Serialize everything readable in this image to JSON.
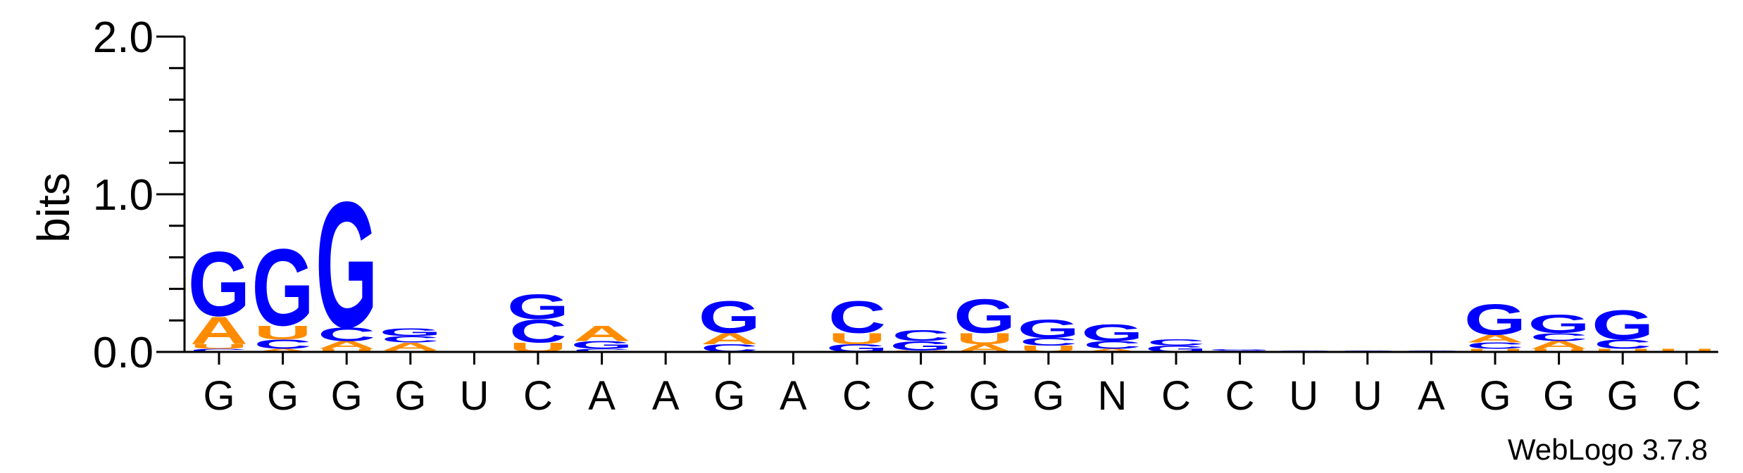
{
  "chart_data": {
    "type": "sequence-logo",
    "ylabel": "bits",
    "ylim": [
      0,
      2
    ],
    "yticks": [
      "0.0",
      "1.0",
      "2.0"
    ],
    "colors": {
      "G": "#0000FF",
      "C": "#0000FF",
      "A": "#FF8C00",
      "U": "#FF8C00",
      "N": "#0000FF"
    },
    "positions": [
      {
        "label": "G",
        "stack": [
          {
            "letter": "C",
            "bits": 0.02
          },
          {
            "letter": "U",
            "bits": 0.03
          },
          {
            "letter": "A",
            "bits": 0.18
          },
          {
            "letter": "G",
            "bits": 0.42
          }
        ]
      },
      {
        "label": "G",
        "stack": [
          {
            "letter": "A",
            "bits": 0.02
          },
          {
            "letter": "C",
            "bits": 0.06
          },
          {
            "letter": "U",
            "bits": 0.09
          },
          {
            "letter": "G",
            "bits": 0.5
          }
        ]
      },
      {
        "label": "G",
        "stack": [
          {
            "letter": "U",
            "bits": 0.02
          },
          {
            "letter": "A",
            "bits": 0.05
          },
          {
            "letter": "C",
            "bits": 0.09
          },
          {
            "letter": "G",
            "bits": 0.82
          }
        ]
      },
      {
        "label": "G",
        "stack": [
          {
            "letter": "U",
            "bits": 0.01
          },
          {
            "letter": "A",
            "bits": 0.05
          },
          {
            "letter": "C",
            "bits": 0.04
          },
          {
            "letter": "G",
            "bits": 0.05
          }
        ]
      },
      {
        "label": "U",
        "stack": []
      },
      {
        "label": "C",
        "stack": [
          {
            "letter": "U",
            "bits": 0.06
          },
          {
            "letter": "C",
            "bits": 0.15
          },
          {
            "letter": "G",
            "bits": 0.16
          }
        ]
      },
      {
        "label": "A",
        "stack": [
          {
            "letter": "C",
            "bits": 0.02
          },
          {
            "letter": "G",
            "bits": 0.05
          },
          {
            "letter": "A",
            "bits": 0.1
          }
        ]
      },
      {
        "label": "A",
        "stack": []
      },
      {
        "label": "G",
        "stack": [
          {
            "letter": "C",
            "bits": 0.05
          },
          {
            "letter": "A",
            "bits": 0.07
          },
          {
            "letter": "G",
            "bits": 0.21
          }
        ]
      },
      {
        "label": "A",
        "stack": []
      },
      {
        "label": "C",
        "stack": [
          {
            "letter": "G",
            "bits": 0.05
          },
          {
            "letter": "U",
            "bits": 0.07
          },
          {
            "letter": "C",
            "bits": 0.21
          }
        ]
      },
      {
        "label": "C",
        "stack": [
          {
            "letter": "U",
            "bits": 0.01
          },
          {
            "letter": "G",
            "bits": 0.06
          },
          {
            "letter": "C",
            "bits": 0.07
          }
        ]
      },
      {
        "label": "G",
        "stack": [
          {
            "letter": "A",
            "bits": 0.05
          },
          {
            "letter": "U",
            "bits": 0.07
          },
          {
            "letter": "G",
            "bits": 0.22
          }
        ]
      },
      {
        "label": "G",
        "stack": [
          {
            "letter": "U",
            "bits": 0.04
          },
          {
            "letter": "C",
            "bits": 0.05
          },
          {
            "letter": "G",
            "bits": 0.12
          }
        ]
      },
      {
        "label": "N",
        "stack": [
          {
            "letter": "A",
            "bits": 0.02
          },
          {
            "letter": "C",
            "bits": 0.05
          },
          {
            "letter": "G",
            "bits": 0.11
          }
        ]
      },
      {
        "label": "C",
        "stack": [
          {
            "letter": "G",
            "bits": 0.04
          },
          {
            "letter": "C",
            "bits": 0.04
          }
        ]
      },
      {
        "label": "C",
        "stack": [
          {
            "letter": "C",
            "bits": 0.01
          },
          {
            "letter": "G",
            "bits": 0.01
          }
        ]
      },
      {
        "label": "U",
        "stack": [
          {
            "letter": "G",
            "bits": 0.01
          }
        ]
      },
      {
        "label": "U",
        "stack": [
          {
            "letter": "G",
            "bits": 0.01
          }
        ]
      },
      {
        "label": "A",
        "stack": [
          {
            "letter": "G",
            "bits": 0.01
          }
        ]
      },
      {
        "label": "G",
        "stack": [
          {
            "letter": "U",
            "bits": 0.02
          },
          {
            "letter": "C",
            "bits": 0.04
          },
          {
            "letter": "A",
            "bits": 0.05
          },
          {
            "letter": "G",
            "bits": 0.2
          }
        ]
      },
      {
        "label": "G",
        "stack": [
          {
            "letter": "U",
            "bits": 0.02
          },
          {
            "letter": "A",
            "bits": 0.05
          },
          {
            "letter": "C",
            "bits": 0.05
          },
          {
            "letter": "G",
            "bits": 0.12
          }
        ]
      },
      {
        "label": "G",
        "stack": [
          {
            "letter": "U",
            "bits": 0.02
          },
          {
            "letter": "C",
            "bits": 0.06
          },
          {
            "letter": "G",
            "bits": 0.19
          }
        ]
      },
      {
        "label": "C",
        "stack": [
          {
            "letter": "U",
            "bits": 0.02
          }
        ]
      }
    ]
  },
  "footer": {
    "credit": "WebLogo 3.7.8"
  }
}
